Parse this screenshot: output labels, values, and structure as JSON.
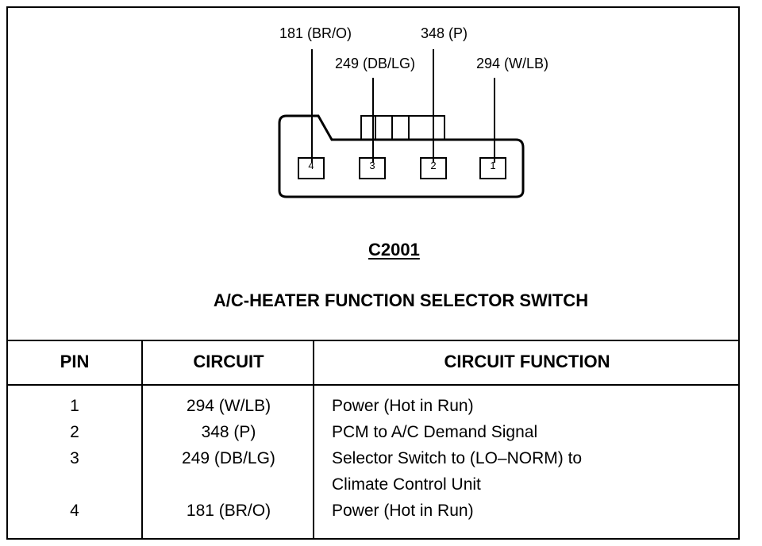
{
  "diagram": {
    "wire_labels": [
      "181 (BR/O)",
      "348 (P)",
      "249 (DB/LG)",
      "294 (W/LB)"
    ],
    "pin_numbers": [
      "4",
      "3",
      "2",
      "1"
    ],
    "connector_id": "C2001",
    "component_name": "A/C-HEATER FUNCTION SELECTOR SWITCH"
  },
  "table": {
    "headers": {
      "pin": "PIN",
      "circuit": "CIRCUIT",
      "function": "CIRCUIT FUNCTION"
    },
    "rows": [
      {
        "pin": "1",
        "circuit": "294 (W/LB)",
        "function": "Power (Hot in Run)"
      },
      {
        "pin": "2",
        "circuit": "348 (P)",
        "function": "PCM to A/C Demand Signal"
      },
      {
        "pin": "3",
        "circuit": "249 (DB/LG)",
        "function": "Selector Switch to (LO–NORM) to",
        "function_cont": "Climate Control Unit"
      },
      {
        "pin": "4",
        "circuit": "181 (BR/O)",
        "function": "Power (Hot in Run)"
      }
    ]
  }
}
